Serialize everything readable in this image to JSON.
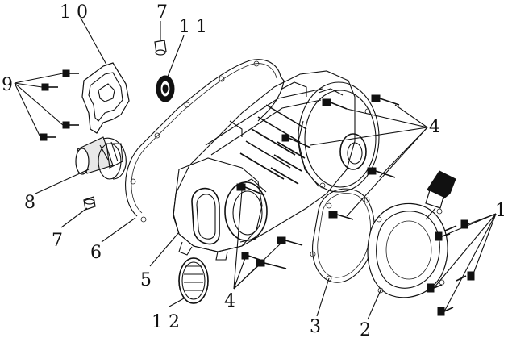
{
  "callouts": {
    "c1": "1",
    "c2": "2",
    "c3": "3",
    "c4a": "4",
    "c4b": "4",
    "c5": "5",
    "c6": "6",
    "c7a": "7",
    "c7b": "7",
    "c8": "8",
    "c9": "9",
    "c10": "1 0",
    "c11": "1 1",
    "c12": "1 2"
  }
}
